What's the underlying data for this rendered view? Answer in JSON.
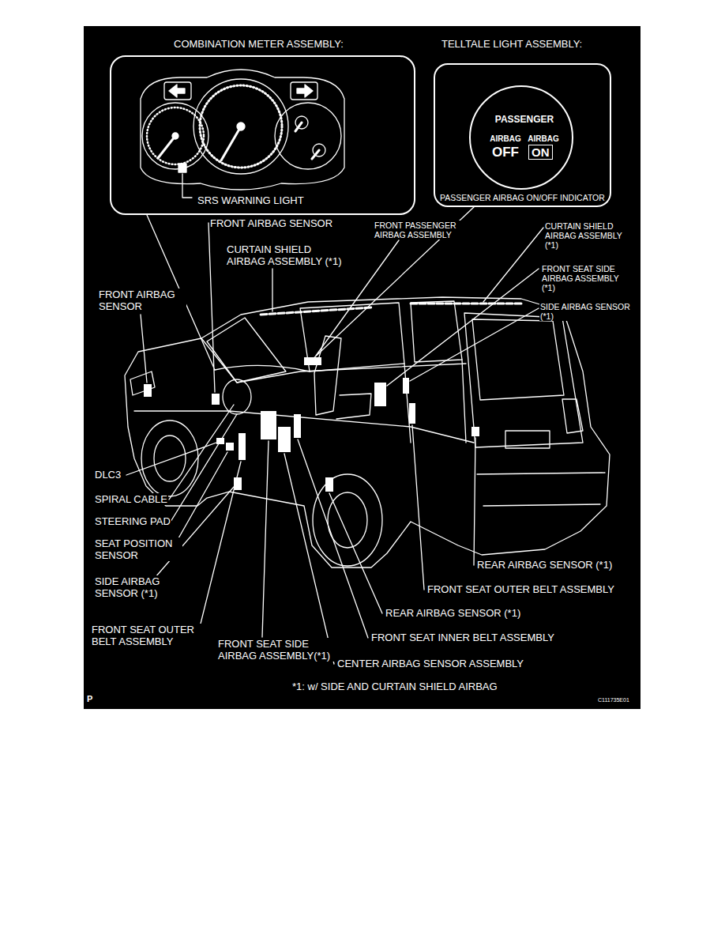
{
  "diagram": {
    "nodes": [
      {
        "text": [
          "COMBINATION METER ASSEMBLY:",
          "SRS WARNING LIGHT"
        ]
      },
      {
        "text": [
          "TELLTALE LIGHT ASSEMBLY:",
          "PASSENGER AIRBAG ON/OFF INDICATOR"
        ]
      },
      {
        "text": [
          "PASSENGER",
          "AIRBAG",
          "OFF",
          "AIRBAG",
          "ON"
        ],
        "in": 1
      }
    ],
    "labels": [
      "FRONT AIRBAG SENSOR",
      "FRONT PASSENGER AIRBAG ASSEMBLY",
      "CURTAIN SHIELD AIRBAG ASSEMBLY (*1)",
      "CURTAIN SHIELD AIRBAG ASSEMBLY (*1)",
      "FRONT SEAT SIDE AIRBAG ASSEMBLY (*1)",
      "SIDE AIRBAG SENSOR (*1)",
      "FRONT AIRBAG SENSOR",
      "DLC3",
      "SPIRAL CABLE",
      "STEERING PAD",
      "SEAT POSITION SENSOR",
      "SIDE AIRBAG SENSOR (*1)",
      "FRONT SEAT OUTER BELT ASSEMBLY",
      "FRONT SEAT SIDE AIRBAG ASSEMBLY(*1)",
      "CENTER AIRBAG SENSOR ASSEMBLY",
      "FRONT SEAT INNER BELT ASSEMBLY",
      "REAR AIRBAG SENSOR (*1)",
      "FRONT SEAT OUTER BELT ASSEMBLY",
      "REAR AIRBAG SENSOR (*1)",
      "*1: w/ SIDE AND CURTAIN SHIELD AIRBAG",
      "P",
      "C111735E01"
    ]
  }
}
